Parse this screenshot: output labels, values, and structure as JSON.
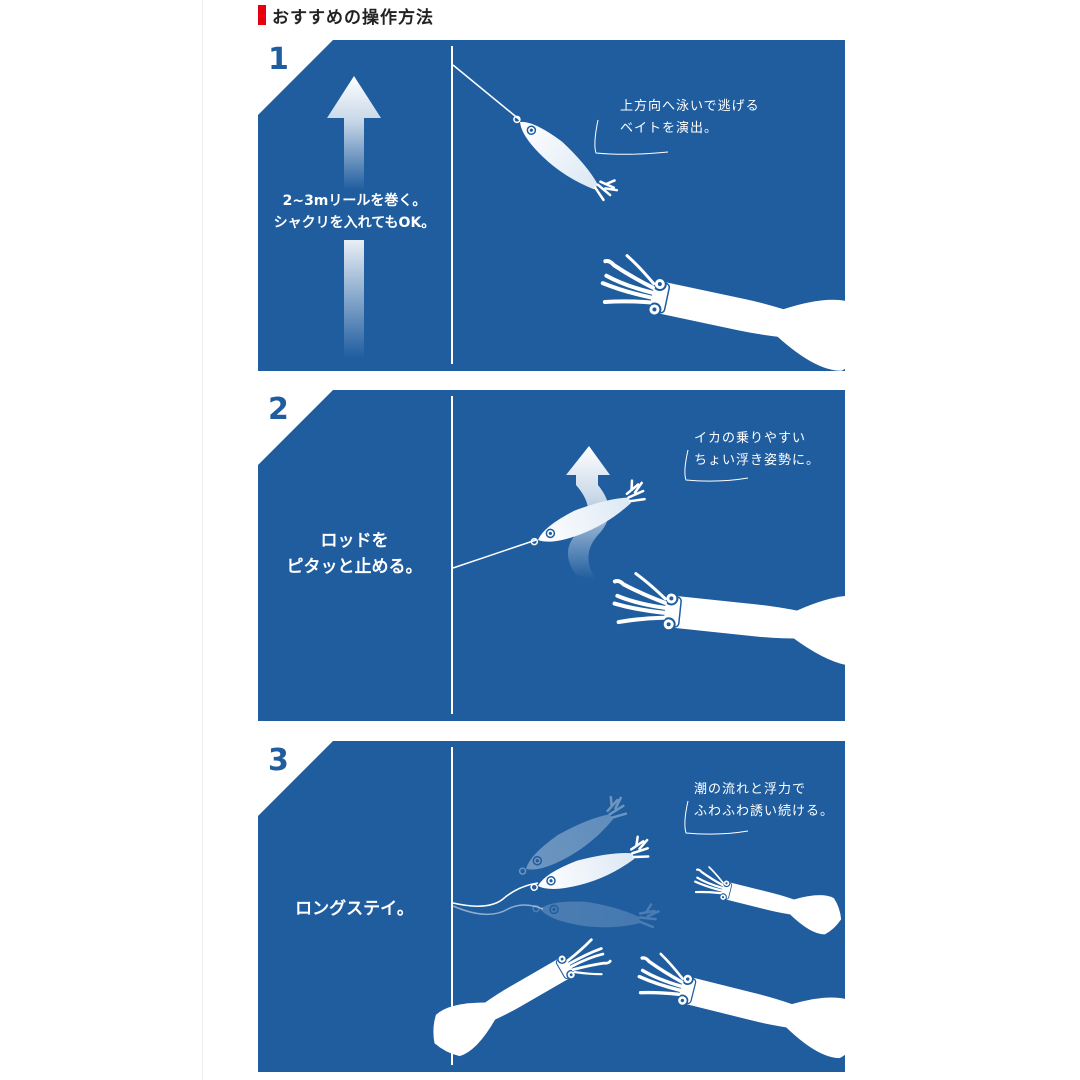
{
  "heading": "おすすめの操作方法",
  "colors": {
    "panel": "#1f5d9f",
    "accent": "#e60012",
    "text": "#ffffff"
  },
  "steps": [
    {
      "number": "1",
      "instruction_lines": [
        "2~3mリールを巻く。",
        "シャクリを入れてもOK。"
      ],
      "bubble_lines": [
        "上方向へ泳いで逃げる",
        "ベイトを演出。"
      ]
    },
    {
      "number": "2",
      "instruction_lines": [
        "ロッドを",
        "ピタッと止める。"
      ],
      "bubble_lines": [
        "イカの乗りやすい",
        "ちょい浮き姿勢に。"
      ]
    },
    {
      "number": "3",
      "instruction_lines": [
        "ロングステイ。"
      ],
      "bubble_lines": [
        "潮の流れと浮力で",
        "ふわふわ誘い続ける。"
      ]
    }
  ],
  "icons": [
    "up-arrow-icon",
    "wave-arrow-icon",
    "squid-icon",
    "egi-lure-icon"
  ]
}
